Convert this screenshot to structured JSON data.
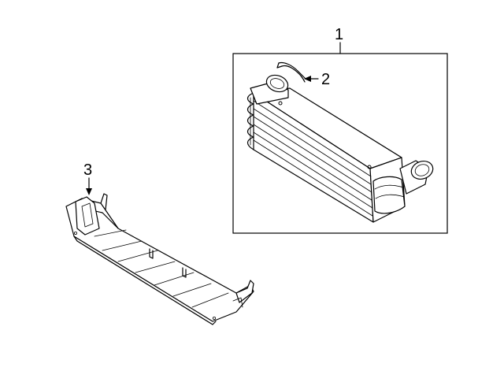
{
  "diagram": {
    "callouts": [
      {
        "id": "callout-1",
        "label": "1"
      },
      {
        "id": "callout-2",
        "label": "2"
      },
      {
        "id": "callout-3",
        "label": "3"
      }
    ],
    "colors": {
      "line": "#000000",
      "background": "#ffffff"
    }
  }
}
